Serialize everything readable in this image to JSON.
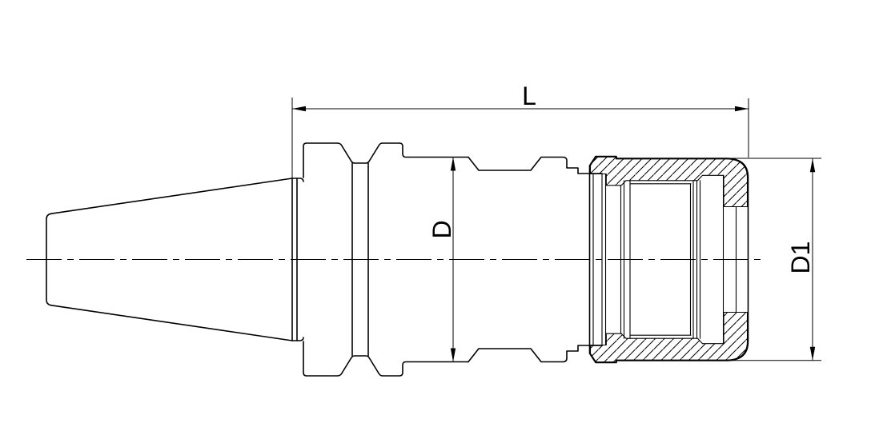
{
  "drawing": {
    "kind": "engineering-section-drawing",
    "subject": "tool-holder-with-collet-nut",
    "background_color": "#ffffff",
    "line_color": "#000000",
    "labels": {
      "length": "L",
      "body_diameter": "D",
      "nut_diameter": "D1"
    }
  }
}
